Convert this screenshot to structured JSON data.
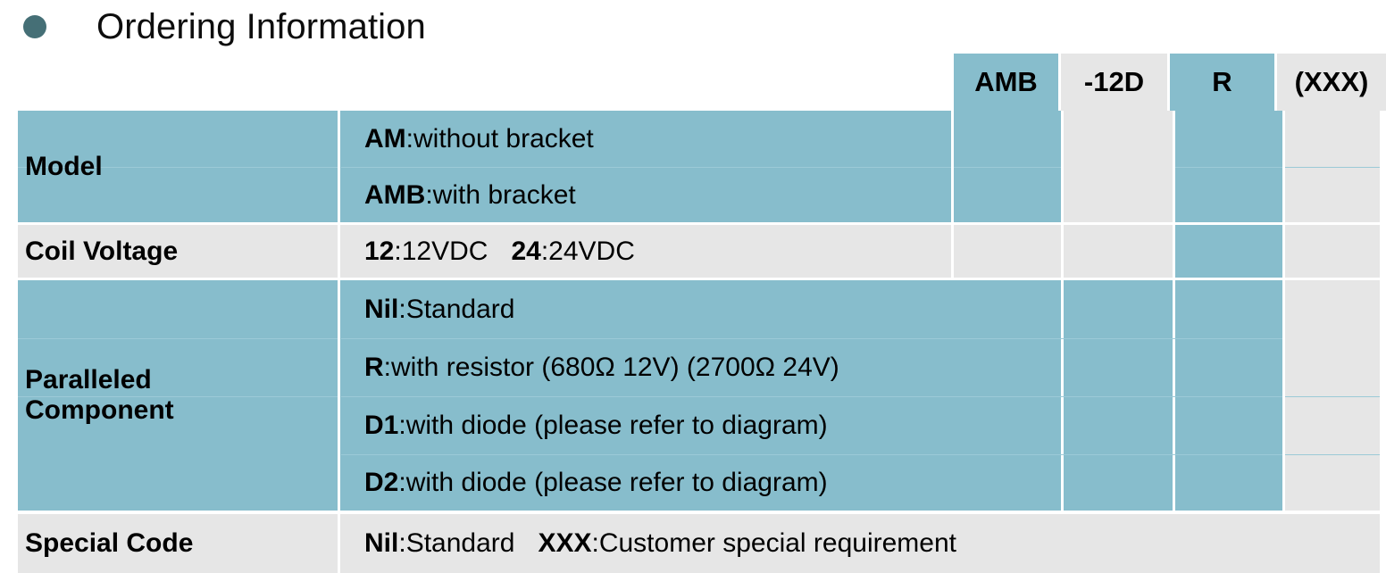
{
  "slide": {
    "title": "Ordering Information",
    "bullet_icon": "bullet-dot-icon"
  },
  "colors": {
    "teal": "#87bdcc",
    "grey": "#e6e6e6",
    "bullet": "#456f76",
    "text": "#000000"
  },
  "part_number_header": {
    "cells": [
      {
        "label": "AMB",
        "shade": "teal"
      },
      {
        "label": "-12D",
        "shade": "grey"
      },
      {
        "label": "R",
        "shade": "teal"
      },
      {
        "label": "(XXX)",
        "shade": "grey"
      }
    ]
  },
  "table": {
    "sections": [
      {
        "label": "Model",
        "label_lines": [
          "Model"
        ],
        "shade": "teal",
        "rows": [
          {
            "code": "AM",
            "sep": ": ",
            "text": "without bracket"
          },
          {
            "code": "AMB",
            "sep": ": ",
            "text": "with bracket"
          }
        ]
      },
      {
        "label": "Coil Voltage",
        "label_lines": [
          "Coil Voltage"
        ],
        "shade": "grey",
        "rows": [
          {
            "code": "12",
            "sep": ": ",
            "text": "12VDC",
            "code2": "24",
            "sep2": ": ",
            "text2": "24VDC"
          }
        ]
      },
      {
        "label": "Paralleled Component",
        "label_lines": [
          "Paralleled",
          "Component"
        ],
        "shade": "teal",
        "rows": [
          {
            "code": "Nil",
            "sep": ": ",
            "text": "Standard"
          },
          {
            "code": "R",
            "sep": ": ",
            "text": "with resistor (680Ω 12V) (2700Ω 24V)"
          },
          {
            "code": "D1",
            "sep": ": ",
            "text": "with diode (please refer to diagram)"
          },
          {
            "code": "D2",
            "sep": ": ",
            "text": "with diode (please refer to diagram)"
          }
        ]
      },
      {
        "label": "Special Code",
        "label_lines": [
          "Special Code"
        ],
        "shade": "grey",
        "rows": [
          {
            "code": "Nil",
            "sep": ": ",
            "text": "Standard",
            "code2": "XXX",
            "sep2": ": ",
            "text2": "Customer special requirement"
          }
        ]
      }
    ]
  }
}
